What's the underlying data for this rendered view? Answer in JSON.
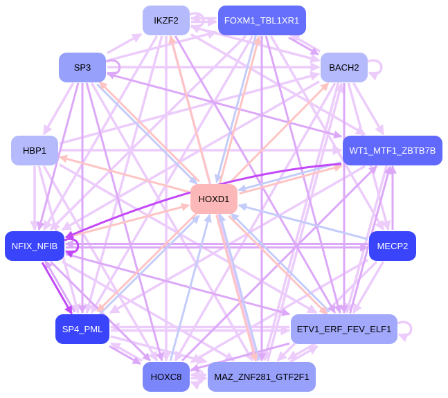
{
  "nodes": [
    {
      "id": "IKZF2",
      "label": "IKZF2",
      "color": "#b4bafb",
      "text": "#000"
    },
    {
      "id": "FOXM1",
      "label": "FOXM1_TBL1XR1",
      "color": "#666ffb",
      "text": "#fff"
    },
    {
      "id": "BACH2",
      "label": "BACH2",
      "color": "#b4bafb",
      "text": "#000"
    },
    {
      "id": "SP3",
      "label": "SP3",
      "color": "#97a0fb",
      "text": "#000"
    },
    {
      "id": "HBP1",
      "label": "HBP1",
      "color": "#b4bafb",
      "text": "#000"
    },
    {
      "id": "WT1",
      "label": "WT1_MTF1_ZBTB7B",
      "color": "#6069fb",
      "text": "#fff"
    },
    {
      "id": "HOXD1",
      "label": "HOXD1",
      "color": "#fcb8b8",
      "text": "#000"
    },
    {
      "id": "NFIX",
      "label": "NFIX_NFIB",
      "color": "#3a45fb",
      "text": "#fff"
    },
    {
      "id": "MECP2",
      "label": "MECP2",
      "color": "#3a45fb",
      "text": "#fff"
    },
    {
      "id": "SP4",
      "label": "SP4_PML",
      "color": "#3a45fb",
      "text": "#fff"
    },
    {
      "id": "ETV1",
      "label": "ETV1_ERF_FEV_ELF1",
      "color": "#a2a8fb",
      "text": "#000"
    },
    {
      "id": "HOXC8",
      "label": "HOXC8",
      "color": "#7c86fb",
      "text": "#000"
    },
    {
      "id": "MAZ",
      "label": "MAZ_ZNF281_GTF2F1",
      "color": "#97a0fb",
      "text": "#000"
    }
  ],
  "edge_colors": {
    "light": "#ecccfb",
    "mid": "#dca8f8",
    "strong": "#c248f8",
    "pink": "#fec4c4",
    "blue": "#c4ccfa"
  },
  "edges": [
    [
      "IKZF2",
      "FOXM1",
      "light"
    ],
    [
      "FOXM1",
      "IKZF2",
      "light"
    ],
    [
      "IKZF2",
      "IKZF2",
      "light"
    ],
    [
      "SP3",
      "IKZF2",
      "light"
    ],
    [
      "SP3",
      "FOXM1",
      "light"
    ],
    [
      "SP3",
      "SP3",
      "mid"
    ],
    [
      "SP3",
      "BACH2",
      "light"
    ],
    [
      "SP3",
      "WT1",
      "mid"
    ],
    [
      "SP3",
      "HBP1",
      "light"
    ],
    [
      "SP3",
      "NFIX",
      "mid"
    ],
    [
      "SP3",
      "SP4",
      "mid"
    ],
    [
      "SP3",
      "HOXC8",
      "mid"
    ],
    [
      "SP3",
      "MAZ",
      "light"
    ],
    [
      "HOXD1",
      "SP3",
      "pink"
    ],
    [
      "SP3",
      "HOXD1",
      "blue"
    ],
    [
      "FOXM1",
      "BACH2",
      "mid"
    ],
    [
      "BACH2",
      "FOXM1",
      "light"
    ],
    [
      "BACH2",
      "BACH2",
      "light"
    ],
    [
      "BACH2",
      "WT1",
      "light"
    ],
    [
      "IKZF2",
      "BACH2",
      "light"
    ],
    [
      "IKZF2",
      "WT1",
      "light"
    ],
    [
      "IKZF2",
      "ETV1",
      "mid"
    ],
    [
      "IKZF2",
      "MAZ",
      "light"
    ],
    [
      "IKZF2",
      "HOXC8",
      "light"
    ],
    [
      "IKZF2",
      "SP4",
      "light"
    ],
    [
      "IKZF2",
      "NFIX",
      "light"
    ],
    [
      "HOXD1",
      "IKZF2",
      "pink"
    ],
    [
      "HOXD1",
      "FOXM1",
      "pink"
    ],
    [
      "FOXM1",
      "HOXD1",
      "blue"
    ],
    [
      "HOXD1",
      "BACH2",
      "pink"
    ],
    [
      "FOXM1",
      "ETV1",
      "mid"
    ],
    [
      "FOXM1",
      "MAZ",
      "mid"
    ],
    [
      "FOXM1",
      "NFIX",
      "light"
    ],
    [
      "FOXM1",
      "SP4",
      "light"
    ],
    [
      "FOXM1",
      "MECP2",
      "light"
    ],
    [
      "HBP1",
      "BACH2",
      "light"
    ],
    [
      "HBP1",
      "WT1",
      "light"
    ],
    [
      "HOXD1",
      "HBP1",
      "pink"
    ],
    [
      "HBP1",
      "NFIX",
      "light"
    ],
    [
      "HBP1",
      "SP4",
      "light"
    ],
    [
      "HBP1",
      "HOXC8",
      "light"
    ],
    [
      "HBP1",
      "ETV1",
      "light"
    ],
    [
      "WT1",
      "NFIX",
      "strong"
    ],
    [
      "WT1",
      "HOXD1",
      "blue"
    ],
    [
      "HOXD1",
      "WT1",
      "pink"
    ],
    [
      "WT1",
      "SP4",
      "light"
    ],
    [
      "WT1",
      "ETV1",
      "light"
    ],
    [
      "BACH2",
      "NFIX",
      "light"
    ],
    [
      "BACH2",
      "ETV1",
      "mid"
    ],
    [
      "BACH2",
      "MAZ",
      "light"
    ],
    [
      "BACH2",
      "HOXC8",
      "light"
    ],
    [
      "BACH2",
      "MECP2",
      "light"
    ],
    [
      "NFIX",
      "HOXD1",
      "pink"
    ],
    [
      "NFIX",
      "MECP2",
      "mid"
    ],
    [
      "MECP2",
      "NFIX",
      "mid"
    ],
    [
      "NFIX",
      "ETV1",
      "mid"
    ],
    [
      "NFIX",
      "NFIX",
      "strong"
    ],
    [
      "NFIX",
      "SP4",
      "strong"
    ],
    [
      "SP4",
      "NFIX",
      "mid"
    ],
    [
      "NFIX",
      "HOXC8",
      "mid"
    ],
    [
      "NFIX",
      "MAZ",
      "light"
    ],
    [
      "MECP2",
      "HOXD1",
      "blue"
    ],
    [
      "MECP2",
      "ETV1",
      "light"
    ],
    [
      "MECP2",
      "WT1",
      "mid"
    ],
    [
      "MECP2",
      "HOXC8",
      "light"
    ],
    [
      "MECP2",
      "MAZ",
      "light"
    ],
    [
      "SP4",
      "HOXD1",
      "blue"
    ],
    [
      "HOXD1",
      "SP4",
      "pink"
    ],
    [
      "SP4",
      "ETV1",
      "light"
    ],
    [
      "ETV1",
      "SP4",
      "light"
    ],
    [
      "SP4",
      "HOXC8",
      "mid"
    ],
    [
      "HOXC8",
      "SP4",
      "light"
    ],
    [
      "SP4",
      "MAZ",
      "light"
    ],
    [
      "HOXC8",
      "HOXD1",
      "blue"
    ],
    [
      "MAZ",
      "HOXD1",
      "blue"
    ],
    [
      "HOXD1",
      "MAZ",
      "pink"
    ],
    [
      "HOXD1",
      "ETV1",
      "pink"
    ],
    [
      "ETV1",
      "HOXD1",
      "blue"
    ],
    [
      "ETV1",
      "ETV1",
      "light"
    ],
    [
      "ETV1",
      "HOXC8",
      "mid"
    ],
    [
      "ETV1",
      "MAZ",
      "light"
    ],
    [
      "MAZ",
      "ETV1",
      "light"
    ],
    [
      "ETV1",
      "WT1",
      "mid"
    ],
    [
      "HOXC8",
      "HOXC8",
      "light"
    ],
    [
      "HOXC8",
      "MAZ",
      "light"
    ],
    [
      "HOXC8",
      "WT1",
      "mid"
    ],
    [
      "MAZ",
      "BACH2",
      "light"
    ],
    [
      "MAZ",
      "HOXC8",
      "light"
    ]
  ]
}
